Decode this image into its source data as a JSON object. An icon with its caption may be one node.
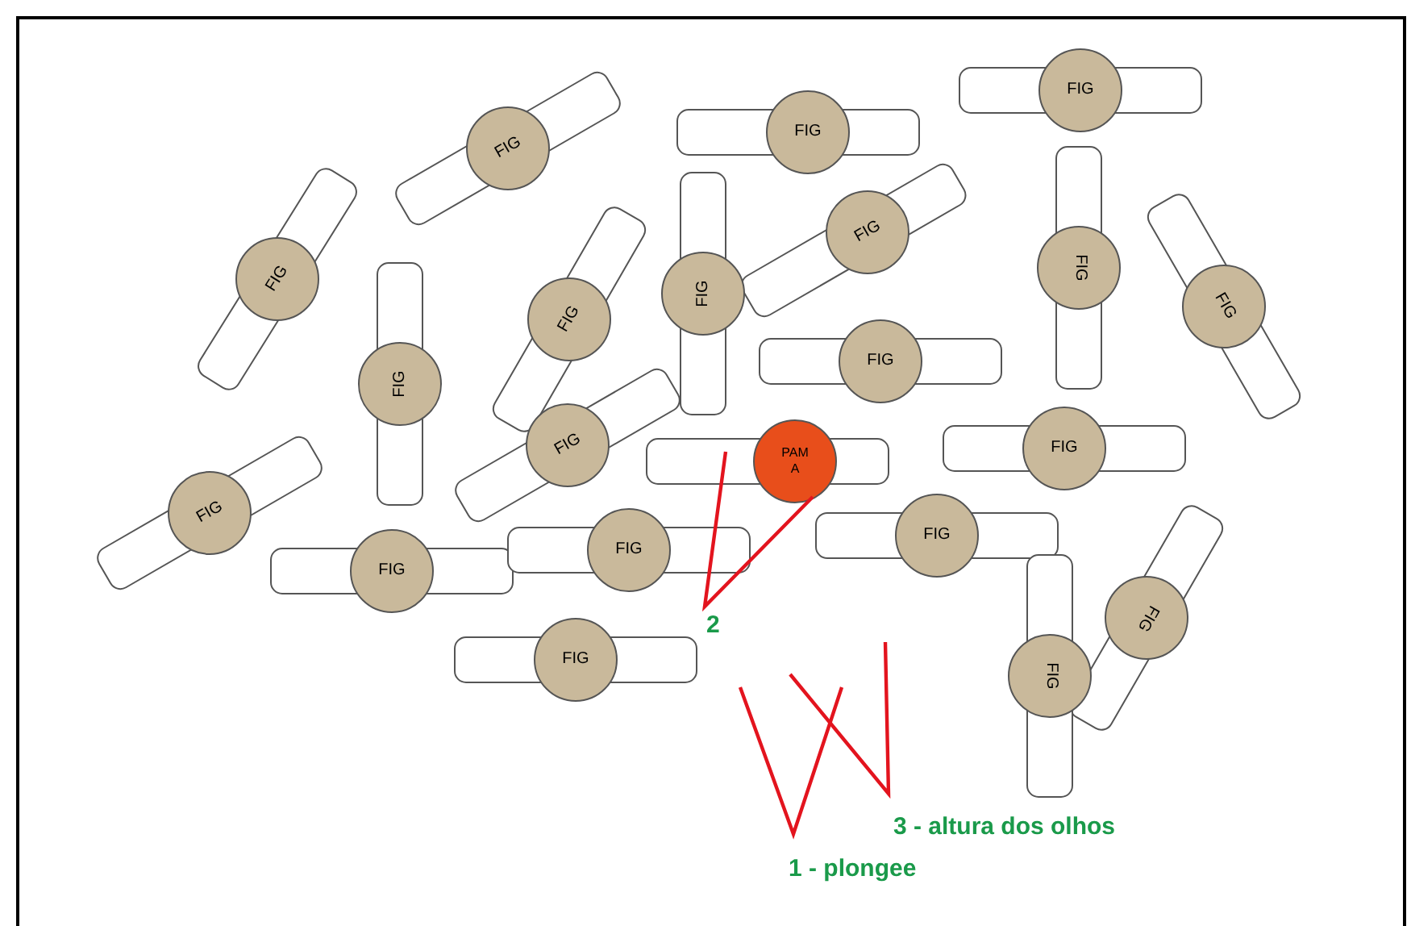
{
  "diagram": {
    "nodes": [
      {
        "text": [
          "FIG"
        ]
      },
      {
        "text": [
          "FIG"
        ]
      },
      {
        "text": [
          "FIG"
        ]
      },
      {
        "text": [
          "FIG"
        ]
      },
      {
        "text": [
          "FIG"
        ]
      },
      {
        "text": [
          "FIG"
        ]
      },
      {
        "text": [
          "FIG"
        ]
      },
      {
        "text": [
          "FIG"
        ]
      },
      {
        "text": [
          "FIG"
        ]
      },
      {
        "text": [
          "FIG"
        ]
      },
      {
        "text": [
          "FIG"
        ]
      },
      {
        "text": [
          "FIG"
        ]
      },
      {
        "text": [
          "PAMA"
        ]
      },
      {
        "text": [
          "FIG"
        ]
      },
      {
        "text": [
          "FIG"
        ]
      },
      {
        "text": [
          "FIG"
        ]
      },
      {
        "text": [
          "FIG"
        ]
      },
      {
        "text": [
          "FIG"
        ]
      },
      {
        "text": [
          "FIG"
        ]
      },
      {
        "text": [
          "FIG"
        ]
      },
      {
        "text": [
          "FIG"
        ]
      }
    ],
    "labels": [
      "2",
      "3 - altura dos olhos",
      "1 - plongee"
    ]
  }
}
